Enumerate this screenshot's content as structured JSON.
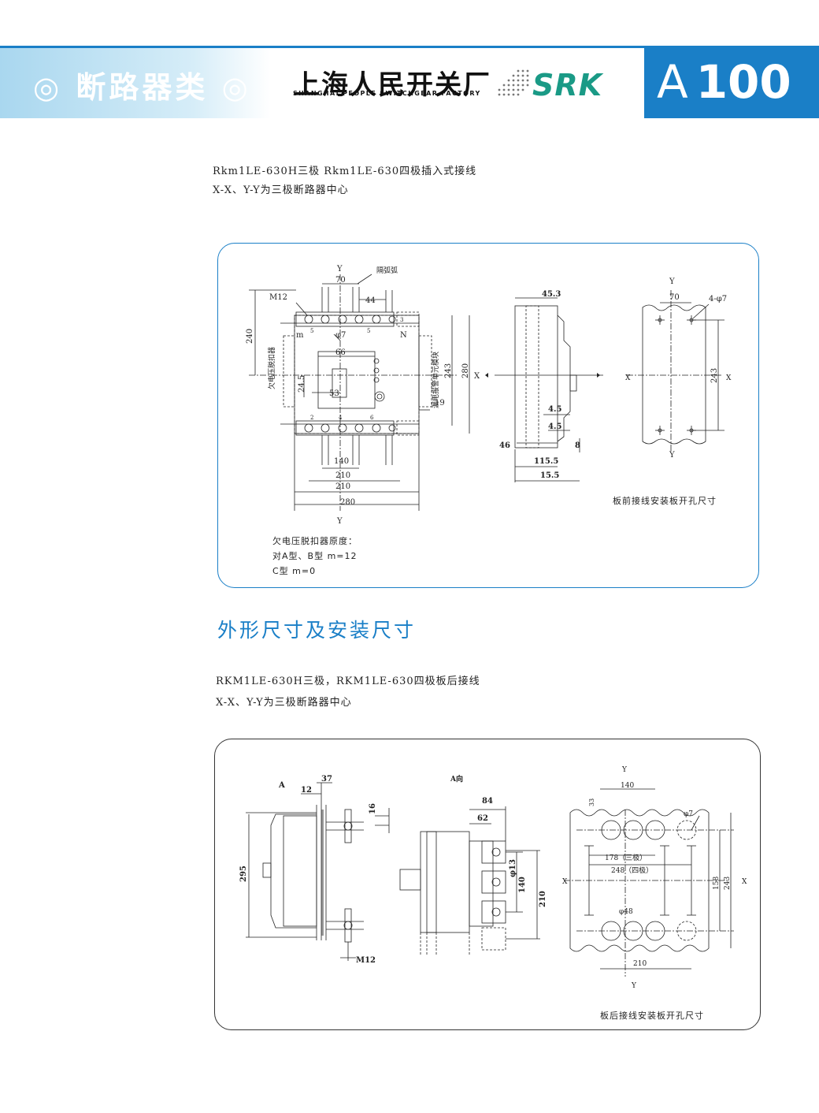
{
  "header": {
    "category": "◎ 断路器类 ◎",
    "company_cn": "上海人民开关厂",
    "company_en": "SHANGHAI PEOPLE SWITCHGEAR FACTORY",
    "brand": "SRK",
    "code_letter": "A",
    "code_number": "100"
  },
  "section1": {
    "line1": "Rkm1LE-630H三极 Rkm1LE-630四极插入式接线",
    "line2": "X-X、Y-Y为三极断路器中心"
  },
  "fig1": {
    "labels": {
      "y": "Y",
      "x": "X",
      "n": "N",
      "m": "m",
      "m12": "M12",
      "phi7": "φ7",
      "arc": "隔弧弧",
      "uv_release": "欠电压脱扣器",
      "leak_unit": "漏电报警单元模块",
      "four_phi7": "4-φ7"
    },
    "dims": {
      "d70": "70",
      "d44": "44",
      "d240": "240",
      "d66": "66",
      "d24_5": "24.5",
      "d53": "53",
      "d243": "243",
      "d280": "280",
      "d19": "19",
      "d140": "140",
      "d210a": "210",
      "d210b": "210",
      "d280b": "280",
      "d45_3": "45.3",
      "d4_5a": "4.5",
      "d4_5b": "4.5",
      "d46": "46",
      "d8": "8",
      "d115_5": "115.5",
      "d15_5": "15.5",
      "d70b": "70",
      "d243b": "243",
      "t5": "5",
      "t2": "2",
      "t4": "4",
      "t6": "6",
      "t3": "3"
    },
    "caption": "板前接线安装板开孔尺寸",
    "note1": "欠电压脱扣器原度：",
    "note2": "对A型、B型 m=12",
    "note3": "C型 m=0"
  },
  "section_title": "外形尺寸及安装尺寸",
  "section2": {
    "line1": "RKM1LE-630H三极，RKM1LE-630四极板后接线",
    "line2": "X-X、Y-Y为三极断路器中心"
  },
  "fig2": {
    "labels": {
      "a": "A",
      "a_dir": "A向",
      "m12": "M12",
      "phi13": "φ13",
      "phi7": "φ7",
      "phi48": "φ48",
      "x": "X",
      "y": "Y"
    },
    "dims": {
      "d37": "37",
      "d12": "12",
      "d16": "16",
      "d295": "295",
      "d84": "84",
      "d62": "62",
      "d140": "140",
      "d210": "210",
      "d140b": "140",
      "d33": "33",
      "d178": "178（三极）",
      "d248": "248（四极）",
      "d158": "158",
      "d243": "243",
      "d210b": "210"
    },
    "caption": "板后接线安装板开孔尺寸"
  },
  "colors": {
    "accent": "#1a7fc7",
    "brand": "#1a9a86",
    "light_band": "#a9d7ef"
  }
}
